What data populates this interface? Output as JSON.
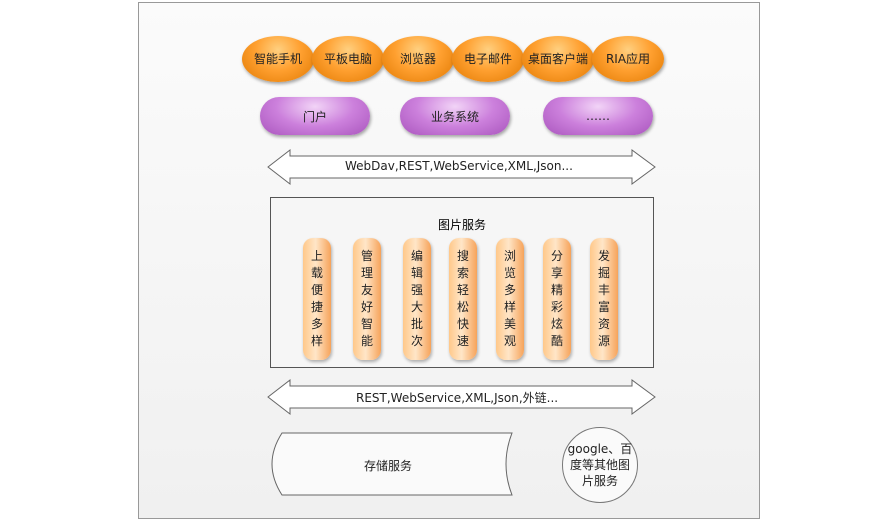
{
  "clients": [
    "智能手机",
    "平板电脑",
    "浏览器",
    "电子邮件",
    "桌面客户端",
    "RIA应用"
  ],
  "systems": [
    "门户",
    "业务系统",
    "……"
  ],
  "top_protocols": "WebDav,REST,WebService,XML,Json...",
  "image_service": {
    "title": "图片服务",
    "features": [
      "上载便捷多样",
      "管理友好智能",
      "编辑强大批次",
      "搜索轻松快速",
      "浏览多样美观",
      "分享精彩炫酷",
      "发掘丰富资源"
    ]
  },
  "bottom_protocols": "REST,WebService,XML,Json,外链...",
  "storage": "存储服务",
  "external": "google、百度等其他图片服务"
}
